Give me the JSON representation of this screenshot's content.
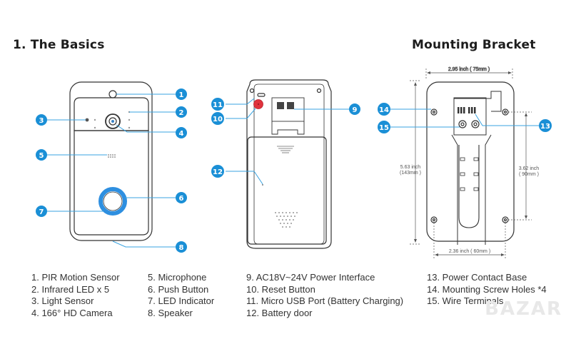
{
  "titles": {
    "basics": "1. The Basics",
    "bracket": "Mounting Bracket"
  },
  "colors": {
    "badge": "#1a8fd6",
    "leader_line": "#3aa3e0",
    "push_ring": "#2e8fe0",
    "reset_button": "#e0323c"
  },
  "badges": [
    "1",
    "2",
    "3",
    "4",
    "5",
    "6",
    "7",
    "8",
    "9",
    "10",
    "11",
    "12",
    "13",
    "14",
    "15"
  ],
  "dimensions": {
    "top_width": "2.95 inch ( 75mm )",
    "height": "5.63 inch",
    "height_mm": "(143mm )",
    "hole_spacing_v": "3.62 inch",
    "hole_spacing_v_mm": "( 90mm )",
    "bottom_width": "2.36 inch ( 60mm )"
  },
  "legend": {
    "col1": [
      "1. PIR Motion Sensor",
      "2. Infrared LED x 5",
      "3. Light Sensor",
      "4. 166° HD Camera"
    ],
    "col2": [
      "5. Microphone",
      "6. Push Button",
      "7. LED Indicator",
      "8. Speaker"
    ],
    "col3": [
      "9. AC18V~24V Power Interface",
      "10. Reset Button",
      "11. Micro USB Port (Battery Charging)",
      "12. Battery door"
    ],
    "col4": [
      "13. Power Contact Base",
      "14. Mounting Screw Holes *4",
      "15. Wire Terminals"
    ]
  },
  "watermark": "BAZAR"
}
